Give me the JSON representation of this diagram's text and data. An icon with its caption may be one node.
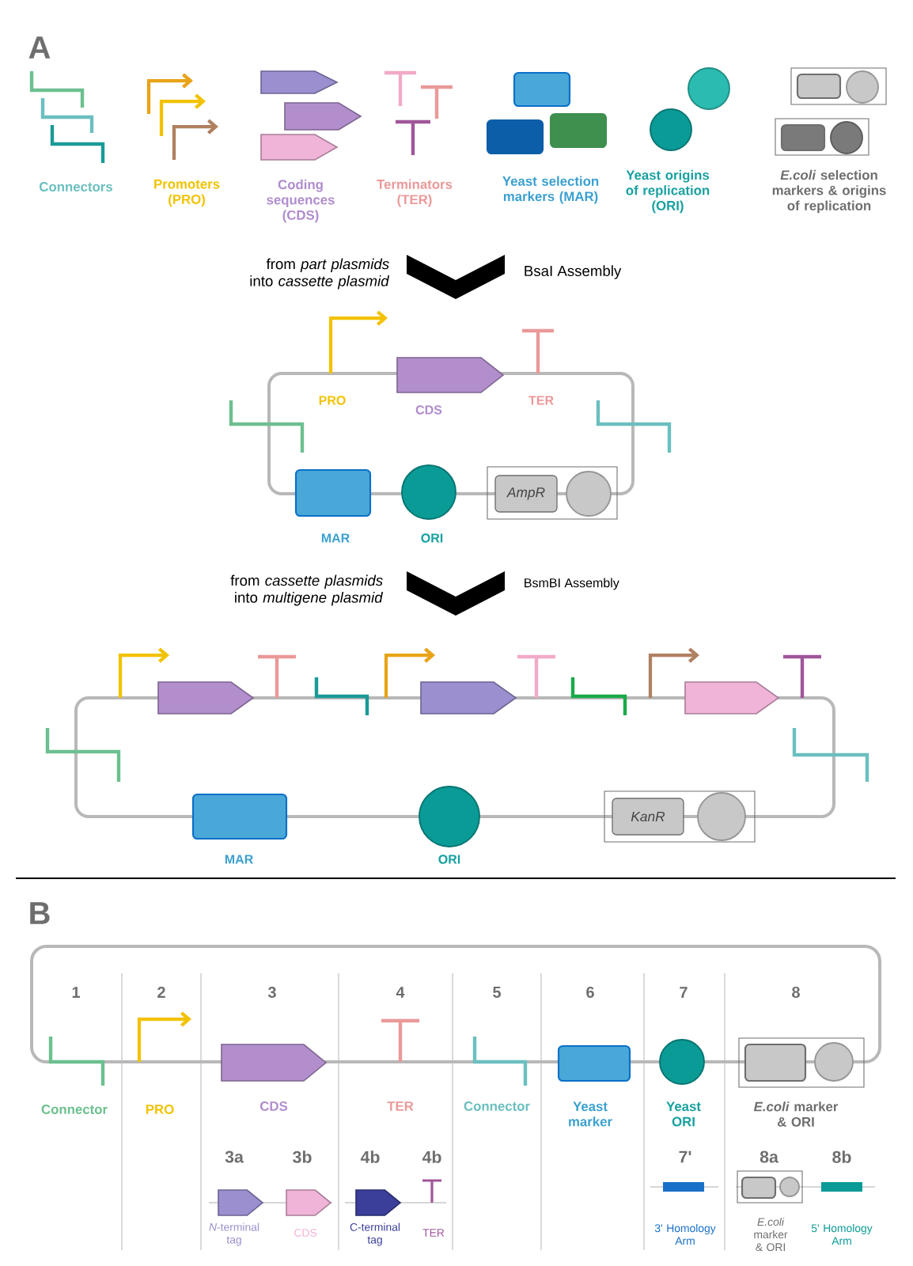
{
  "diagram": {
    "labels": [
      "A",
      "Connectors",
      "Promoters (PRO)",
      "Coding sequences (CDS)",
      "Terminators (TER)",
      "Yeast selection markers (MAR)",
      "Yeast origins of replication (ORI)",
      "*E.coli* selection markers & origins of replication",
      "from *part plasmids* into *cassette plasmid*",
      "BsaI Assembly",
      "PRO",
      "CDS",
      "TER",
      "AmpR",
      "MAR",
      "ORI",
      "from *cassette plasmids* into *multigene plasmid*",
      "BsmBI Assembly",
      "KanR",
      "MAR",
      "ORI",
      "B",
      "1",
      "2",
      "3",
      "4",
      "5",
      "6",
      "7",
      "8",
      "Connector",
      "PRO",
      "CDS",
      "TER",
      "Connector",
      "Yeast marker",
      "Yeast ORI",
      "*E.coli* marker & ORI",
      "3a",
      "3b",
      "4b",
      "4b",
      "7'",
      "8a",
      "8b",
      "*N*-terminal tag",
      "CDS",
      "C-terminal tag",
      "TER",
      "3' Homology Arm",
      "*E.coli* marker & ORI",
      "5' Homology Arm"
    ]
  }
}
